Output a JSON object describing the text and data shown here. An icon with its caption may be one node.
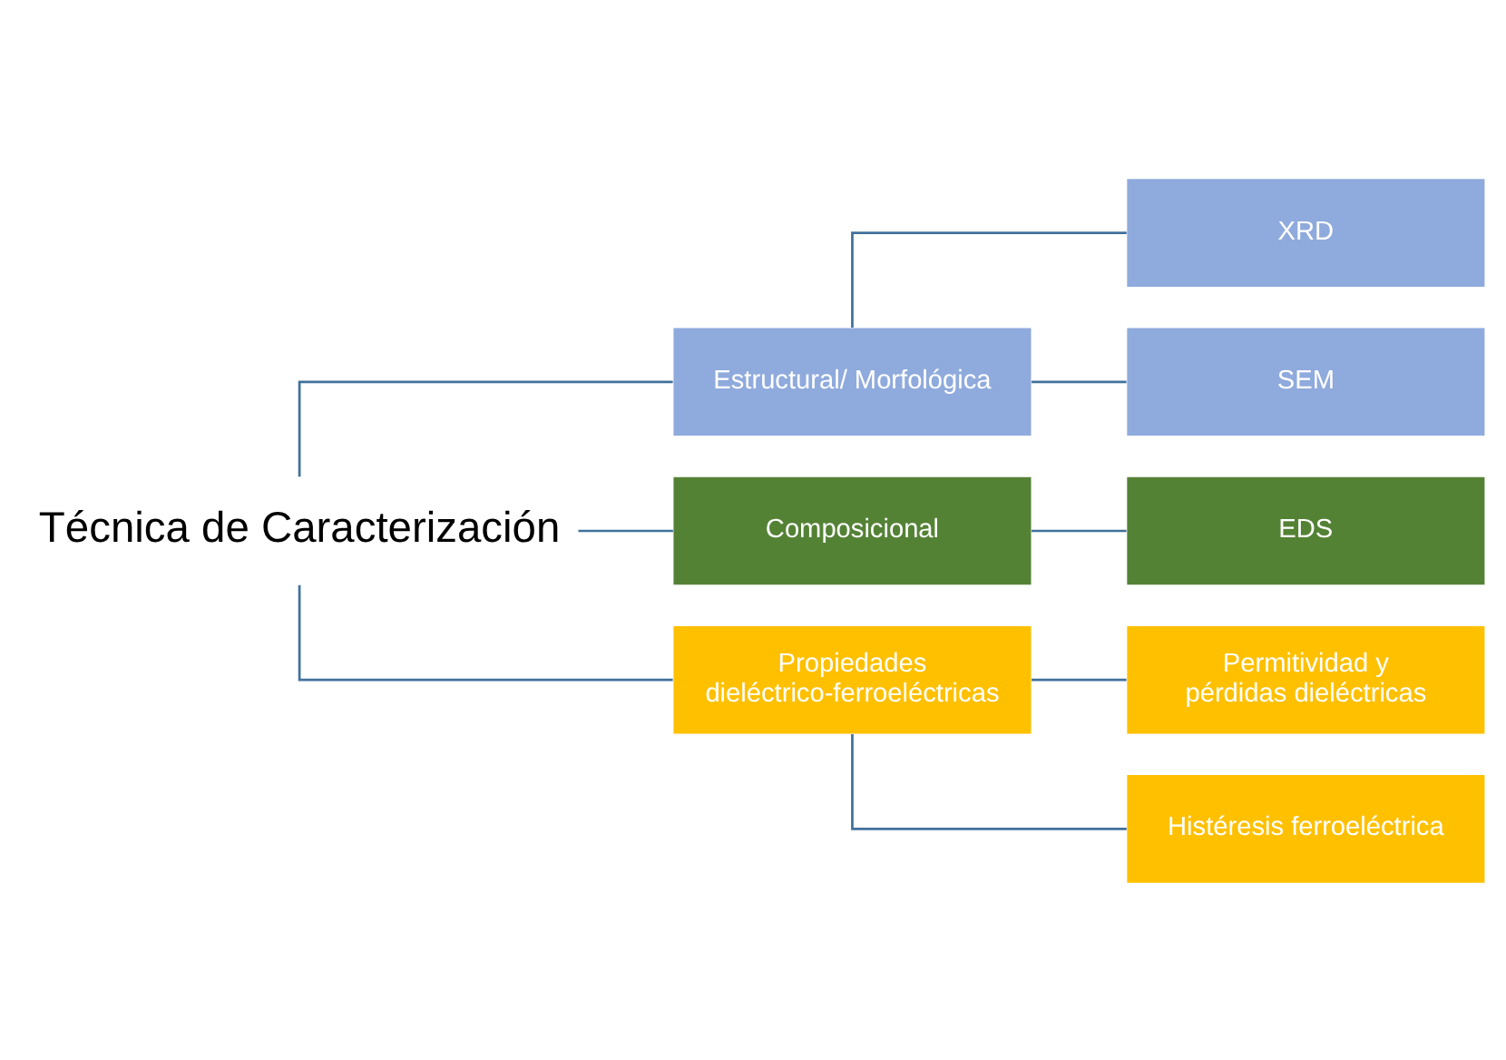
{
  "diagram": {
    "nodes": [
      {
        "text": [
          "Técnica de Caracterización"
        ]
      },
      {
        "text": [
          "Estructural/ Morfológica"
        ]
      },
      {
        "text": [
          "XRD"
        ]
      },
      {
        "text": [
          "SEM"
        ]
      },
      {
        "text": [
          "Composicional"
        ]
      },
      {
        "text": [
          "EDS"
        ]
      },
      {
        "text": [
          "Propiedades dieléctrico-ferroeléctricas"
        ]
      },
      {
        "text": [
          "Permitividad y pérdidas dieléctricas"
        ]
      },
      {
        "text": [
          "Histéresis ferroeléctrica"
        ]
      }
    ],
    "edges": [
      {
        "from": 0,
        "to": 1,
        "arrow": "none"
      },
      {
        "from": 0,
        "to": 4,
        "arrow": "none"
      },
      {
        "from": 0,
        "to": 6,
        "arrow": "none"
      },
      {
        "from": 1,
        "to": 2,
        "arrow": "none"
      },
      {
        "from": 1,
        "to": 3,
        "arrow": "none"
      },
      {
        "from": 4,
        "to": 5,
        "arrow": "none"
      },
      {
        "from": 6,
        "to": 7,
        "arrow": "none"
      },
      {
        "from": 6,
        "to": 8,
        "arrow": "none"
      }
    ]
  }
}
